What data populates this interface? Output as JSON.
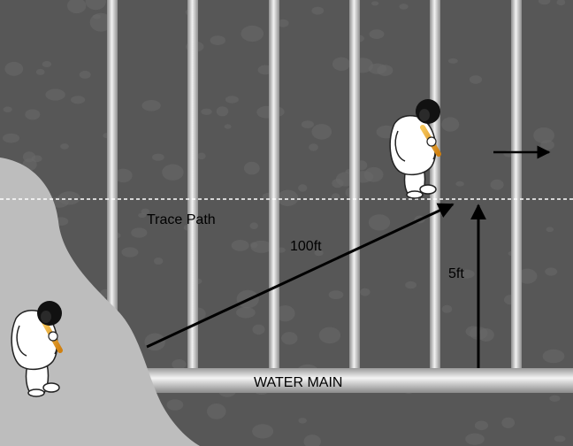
{
  "labels": {
    "trace_path": "Trace Path",
    "distance_along_main": "100ft",
    "offset_from_main": "5ft",
    "water_main": "WATER MAIN"
  },
  "colors": {
    "ground": "#575757",
    "ground_stone": "#6a6a6a",
    "surface_area": "#bdbdbd",
    "pipe_highlight": "#f2f2f2",
    "pipe_shade": "#8e8e8e",
    "trace_path_line": "#ffffff",
    "arrows": "#000000",
    "suit": "#ffffff",
    "helmet": "#111111",
    "locator_wand": "#f0a020"
  },
  "icons": {
    "operator_top": "worker-with-locator-icon",
    "operator_bottom": "worker-with-locator-icon",
    "direction_arrow": "arrow-right-icon"
  }
}
